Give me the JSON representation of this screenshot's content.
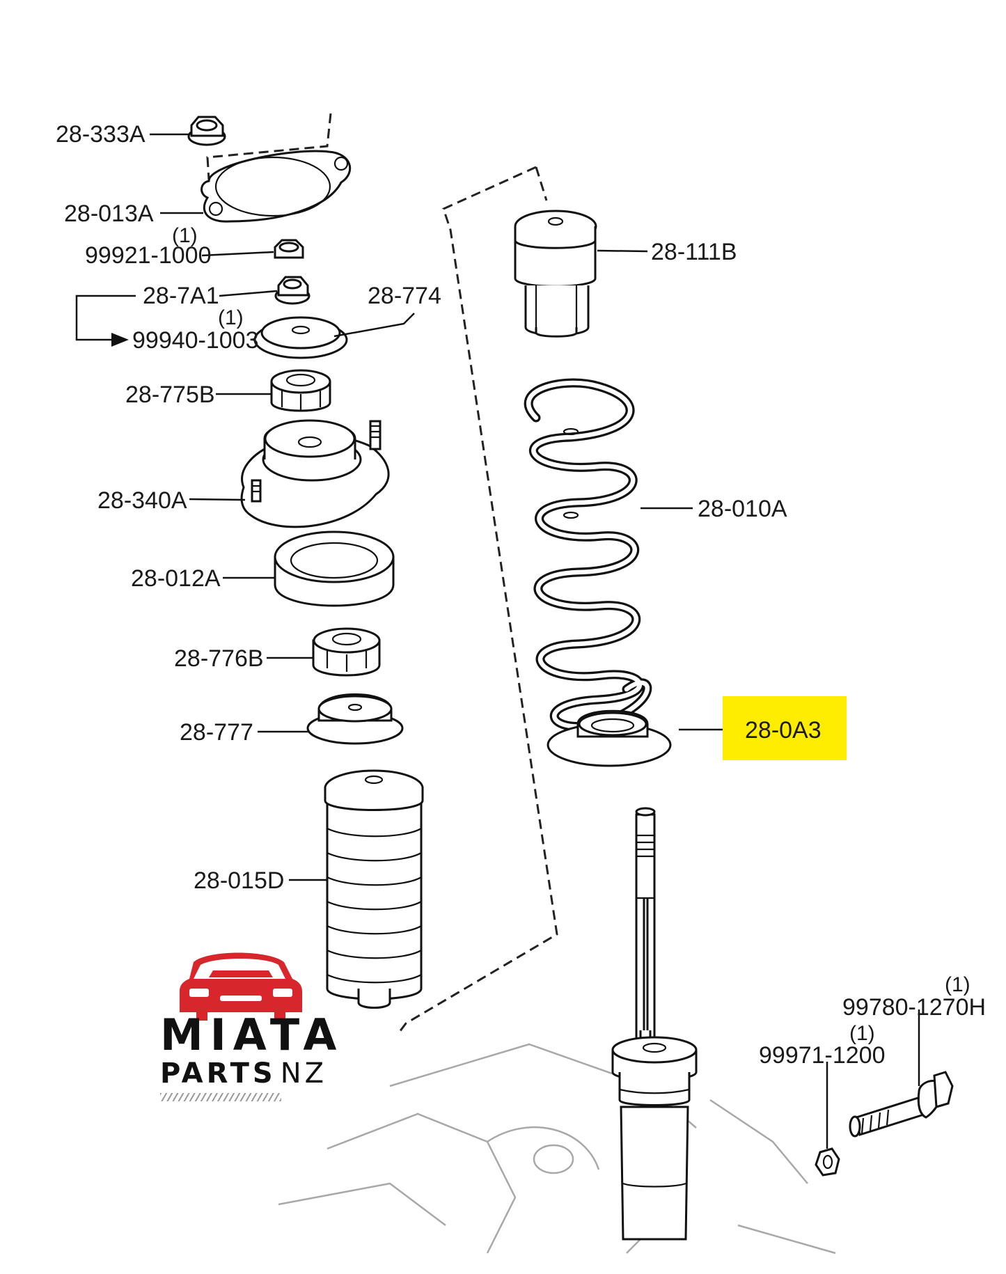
{
  "colors": {
    "ink": "#111111",
    "highlight": "#FFED00",
    "brand_red": "#D7262C"
  },
  "parts": [
    {
      "id": "p-28-333A",
      "code": "28-333A"
    },
    {
      "id": "p-28-013A",
      "code": "28-013A"
    },
    {
      "id": "p-99921-1000",
      "code": "99921-1000",
      "qty": "(1)"
    },
    {
      "id": "p-28-7A1",
      "code": "28-7A1"
    },
    {
      "id": "p-99940-1003",
      "code": "99940-1003",
      "qty": "(1)"
    },
    {
      "id": "p-28-774",
      "code": "28-774"
    },
    {
      "id": "p-28-775B",
      "code": "28-775B"
    },
    {
      "id": "p-28-340A",
      "code": "28-340A"
    },
    {
      "id": "p-28-012A",
      "code": "28-012A"
    },
    {
      "id": "p-28-776B",
      "code": "28-776B"
    },
    {
      "id": "p-28-777",
      "code": "28-777"
    },
    {
      "id": "p-28-015D",
      "code": "28-015D"
    },
    {
      "id": "p-28-111B",
      "code": "28-111B"
    },
    {
      "id": "p-28-010A",
      "code": "28-010A"
    },
    {
      "id": "p-28-0A3",
      "code": "28-0A3",
      "highlighted": true
    },
    {
      "id": "p-99780-1270H",
      "code": "99780-1270H",
      "qty": "(1)"
    },
    {
      "id": "p-99971-1200",
      "code": "99971-1200",
      "qty": "(1)"
    }
  ],
  "logo": {
    "line1": "MIATA",
    "line2": "PARTS",
    "suffix": "NZ",
    "icon": "red-car-icon"
  }
}
